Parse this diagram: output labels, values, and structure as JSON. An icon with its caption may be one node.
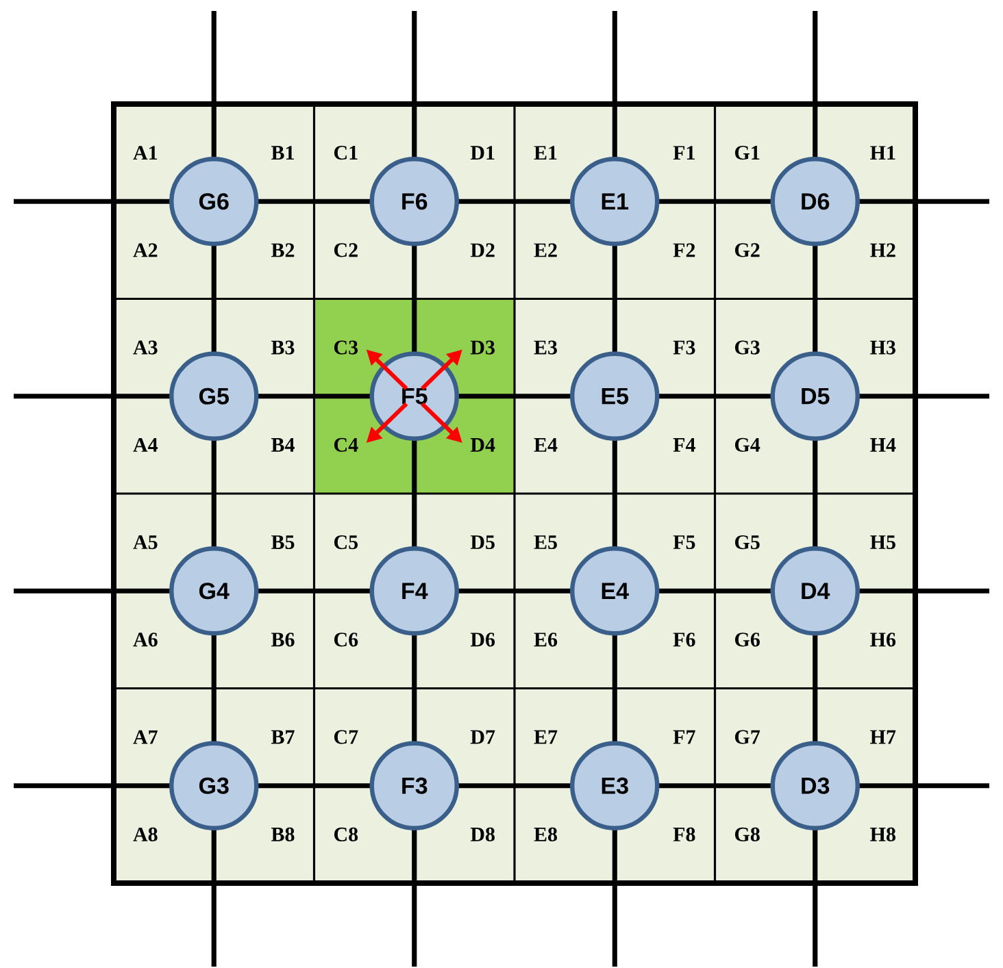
{
  "diagram": {
    "nodes": [
      {
        "text": [
          "A1"
        ]
      },
      {
        "text": [
          "B1"
        ]
      },
      {
        "text": [
          "C1"
        ]
      },
      {
        "text": [
          "D1"
        ]
      },
      {
        "text": [
          "E1"
        ]
      },
      {
        "text": [
          "F1"
        ]
      },
      {
        "text": [
          "G1"
        ]
      },
      {
        "text": [
          "H1"
        ]
      },
      {
        "text": [
          "A2"
        ]
      },
      {
        "text": [
          "B2"
        ]
      },
      {
        "text": [
          "C2"
        ]
      },
      {
        "text": [
          "D2"
        ]
      },
      {
        "text": [
          "E2"
        ]
      },
      {
        "text": [
          "F2"
        ]
      },
      {
        "text": [
          "G2"
        ]
      },
      {
        "text": [
          "H2"
        ]
      },
      {
        "text": [
          "A3"
        ]
      },
      {
        "text": [
          "B3"
        ]
      },
      {
        "text": [
          "C3"
        ]
      },
      {
        "text": [
          "D3"
        ]
      },
      {
        "text": [
          "E3"
        ]
      },
      {
        "text": [
          "F3"
        ]
      },
      {
        "text": [
          "G3"
        ]
      },
      {
        "text": [
          "H3"
        ]
      },
      {
        "text": [
          "A4"
        ]
      },
      {
        "text": [
          "B4"
        ]
      },
      {
        "text": [
          "C4"
        ]
      },
      {
        "text": [
          "D4"
        ]
      },
      {
        "text": [
          "E4"
        ]
      },
      {
        "text": [
          "F4"
        ]
      },
      {
        "text": [
          "G4"
        ]
      },
      {
        "text": [
          "H4"
        ]
      },
      {
        "text": [
          "A5"
        ]
      },
      {
        "text": [
          "B5"
        ]
      },
      {
        "text": [
          "C5"
        ]
      },
      {
        "text": [
          "D5"
        ]
      },
      {
        "text": [
          "E5"
        ]
      },
      {
        "text": [
          "F5"
        ]
      },
      {
        "text": [
          "G5"
        ]
      },
      {
        "text": [
          "H5"
        ]
      },
      {
        "text": [
          "A6"
        ]
      },
      {
        "text": [
          "B6"
        ]
      },
      {
        "text": [
          "C6"
        ]
      },
      {
        "text": [
          "D6"
        ]
      },
      {
        "text": [
          "E6"
        ]
      },
      {
        "text": [
          "F6"
        ]
      },
      {
        "text": [
          "G6"
        ]
      },
      {
        "text": [
          "H6"
        ]
      },
      {
        "text": [
          "A7"
        ]
      },
      {
        "text": [
          "B7"
        ]
      },
      {
        "text": [
          "C7"
        ]
      },
      {
        "text": [
          "D7"
        ]
      },
      {
        "text": [
          "E7"
        ]
      },
      {
        "text": [
          "F7"
        ]
      },
      {
        "text": [
          "G7"
        ]
      },
      {
        "text": [
          "H7"
        ]
      },
      {
        "text": [
          "A8"
        ]
      },
      {
        "text": [
          "B8"
        ]
      },
      {
        "text": [
          "C8"
        ]
      },
      {
        "text": [
          "D8"
        ]
      },
      {
        "text": [
          "E8"
        ]
      },
      {
        "text": [
          "F8"
        ]
      },
      {
        "text": [
          "G8"
        ]
      },
      {
        "text": [
          "H8"
        ]
      },
      {
        "text": [
          "G6"
        ]
      },
      {
        "text": [
          "F6"
        ]
      },
      {
        "text": [
          "E1"
        ]
      },
      {
        "text": [
          "D6"
        ]
      },
      {
        "text": [
          "G5"
        ]
      },
      {
        "text": [
          "F5"
        ]
      },
      {
        "text": [
          "E5"
        ]
      },
      {
        "text": [
          "D5"
        ]
      },
      {
        "text": [
          "G4"
        ]
      },
      {
        "text": [
          "F4"
        ]
      },
      {
        "text": [
          "E4"
        ]
      },
      {
        "text": [
          "D4"
        ]
      },
      {
        "text": [
          "G3"
        ]
      },
      {
        "text": [
          "F3"
        ]
      },
      {
        "text": [
          "E3"
        ]
      },
      {
        "text": [
          "D3"
        ]
      }
    ],
    "edges": [
      {
        "from": 69,
        "to": 18,
        "arrow": "to",
        "color": "#ff0000"
      },
      {
        "from": 69,
        "to": 19,
        "arrow": "to",
        "color": "#ff0000"
      },
      {
        "from": 69,
        "to": 26,
        "arrow": "to",
        "color": "#ff0000"
      },
      {
        "from": 69,
        "to": 27,
        "arrow": "to",
        "color": "#ff0000"
      }
    ]
  }
}
